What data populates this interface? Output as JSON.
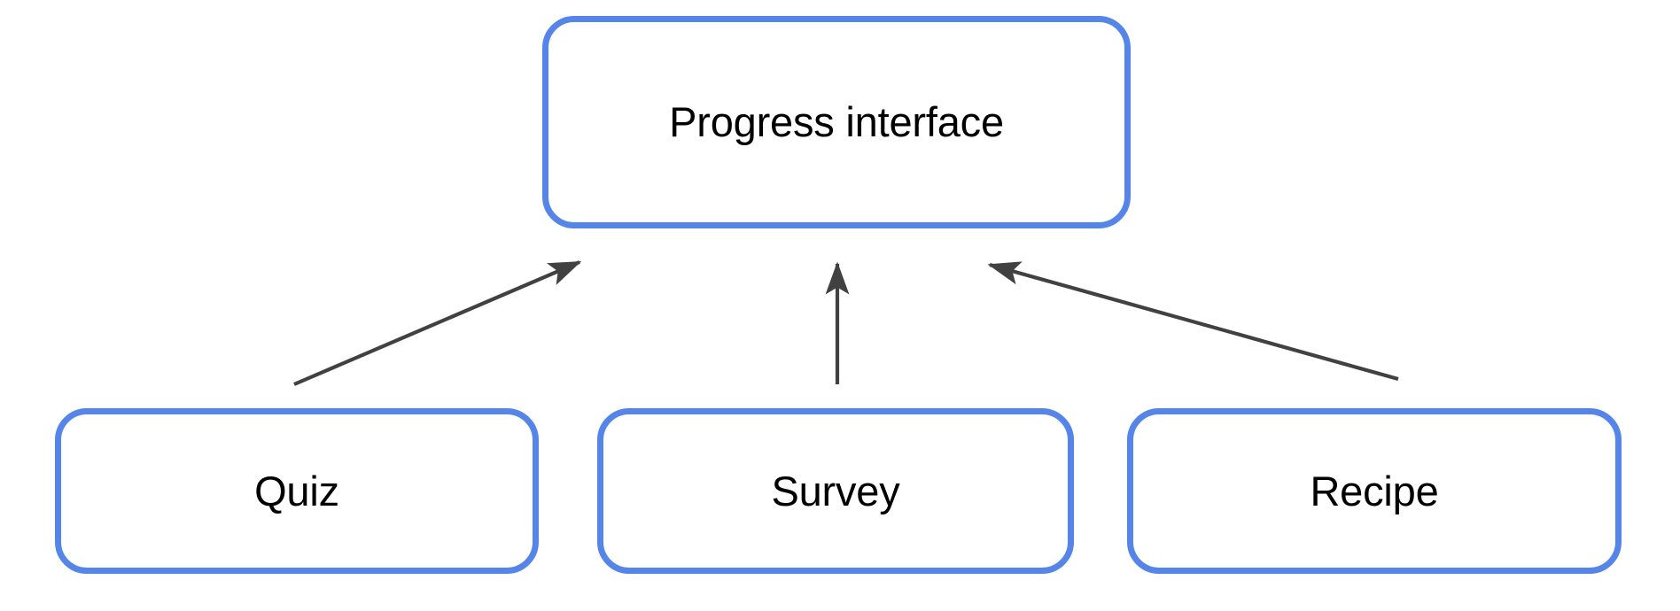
{
  "diagram": {
    "title_node": {
      "id": "progress-interface",
      "label": "Progress interface"
    },
    "source_nodes": [
      {
        "id": "quiz",
        "label": "Quiz"
      },
      {
        "id": "survey",
        "label": "Survey"
      },
      {
        "id": "recipe",
        "label": "Recipe"
      }
    ],
    "edges": [
      {
        "id": "quiz-to-progress",
        "from": "Quiz",
        "to": "Progress interface",
        "direction": "up-right",
        "arrowhead": "target"
      },
      {
        "id": "survey-to-progress",
        "from": "Survey",
        "to": "Progress interface",
        "direction": "up",
        "arrowhead": "target"
      },
      {
        "id": "recipe-to-progress",
        "from": "Recipe",
        "to": "Progress interface",
        "direction": "up-left",
        "arrowhead": "target"
      }
    ],
    "colors": {
      "node_border": "#5585e8",
      "node_fill": "#ffffff",
      "edge": "#414141",
      "label_text": "#000000",
      "background": "#ffffff"
    }
  }
}
